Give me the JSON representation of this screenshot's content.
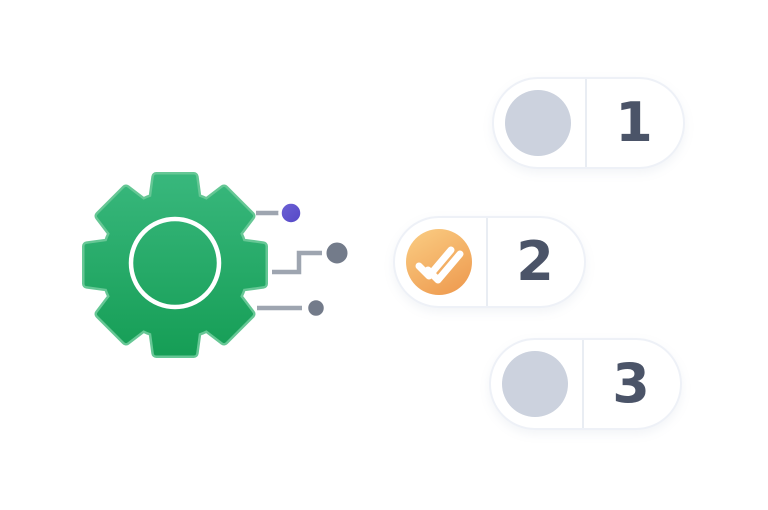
{
  "illustration": {
    "description": "gear-process-steps",
    "gear": {
      "teeth": "8",
      "shape": "cog-with-inner-ring"
    },
    "connectors": [
      {
        "id": "top",
        "dot": "purple-dot",
        "line": "straight"
      },
      {
        "id": "middle",
        "dot": "gray-dot",
        "line": "stepped"
      },
      {
        "id": "bottom",
        "dot": "gray-dot",
        "line": "straight"
      }
    ],
    "steps": [
      {
        "number": "1",
        "icon": "empty-circle",
        "state": "pending"
      },
      {
        "number": "2",
        "icon": "double-check",
        "state": "done"
      },
      {
        "number": "3",
        "icon": "empty-circle",
        "state": "pending"
      }
    ]
  },
  "colors": {
    "bg": "#ffffff",
    "gear-top": "#38b77c",
    "gear-bottom": "#169e56",
    "gear-outline": "#66c795",
    "gear-ring": "#ffffff",
    "line": "#9ea5b0",
    "dot-gray": "#737b8a",
    "dot-purple-1": "#6e63d6",
    "dot-purple-2": "#5346c5",
    "pill-border": "#eef1f7",
    "divider": "#e9edf3",
    "circle-gray": "#ccd2de",
    "orange-1": "#f9c87e",
    "orange-2": "#ee9a4f",
    "number": "#4b5468"
  }
}
